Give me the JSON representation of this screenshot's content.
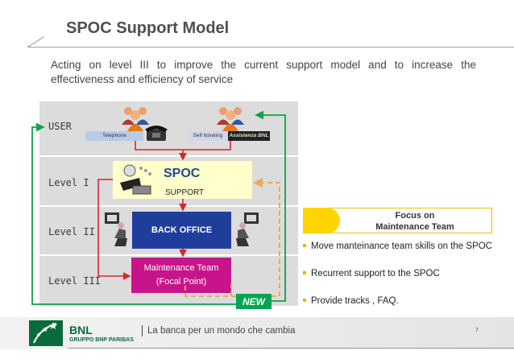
{
  "slide": {
    "title": "SPOC Support Model",
    "subtitle": "Acting on level III to improve the current support model and to increase the effectiveness and efficiency of service"
  },
  "diagram": {
    "levels": [
      "USER",
      "Level I",
      "Level II",
      "Level III"
    ],
    "channels": {
      "telephone": "Telephone",
      "self_ticketing": "Self ticketing",
      "assistenza": "Assistenza BNL"
    },
    "spoc": {
      "title": "SPOC",
      "subtitle": "SUPPORT"
    },
    "back_office": "BACK OFFICE",
    "maintenance": {
      "line1": "Maintenance Team",
      "line2": "(Focal Point)"
    },
    "new_badge": "NEW"
  },
  "focus": {
    "title_line1": "Focus on",
    "title_line2": "Maintenance Team",
    "bullets": [
      "Move manteinance team skills on the SPOC",
      "Recurrent support to the SPOC",
      "Provide tracks , FAQ."
    ]
  },
  "footer": {
    "brand": "BNL",
    "group": "GRUPPO BNP PARIBAS",
    "tagline": "La banca per un mondo che cambia",
    "page_number": "7"
  },
  "colors": {
    "band": "#dcdcdc",
    "spoc_fill": "#ffffcc",
    "back_office_fill": "#1f3e9c",
    "maintenance_fill": "#c8148a",
    "new_badge_fill": "#00a64f",
    "focus_accent": "#ffd400",
    "arrow_red": "#d9252b",
    "arrow_green": "#12a04b",
    "arrow_orange_dashed": "#f2a65a",
    "brand_green": "#0a6b3a"
  },
  "icons": [
    "people-group-icon",
    "telephone-icon",
    "operator-icon",
    "computer-user-icon"
  ]
}
